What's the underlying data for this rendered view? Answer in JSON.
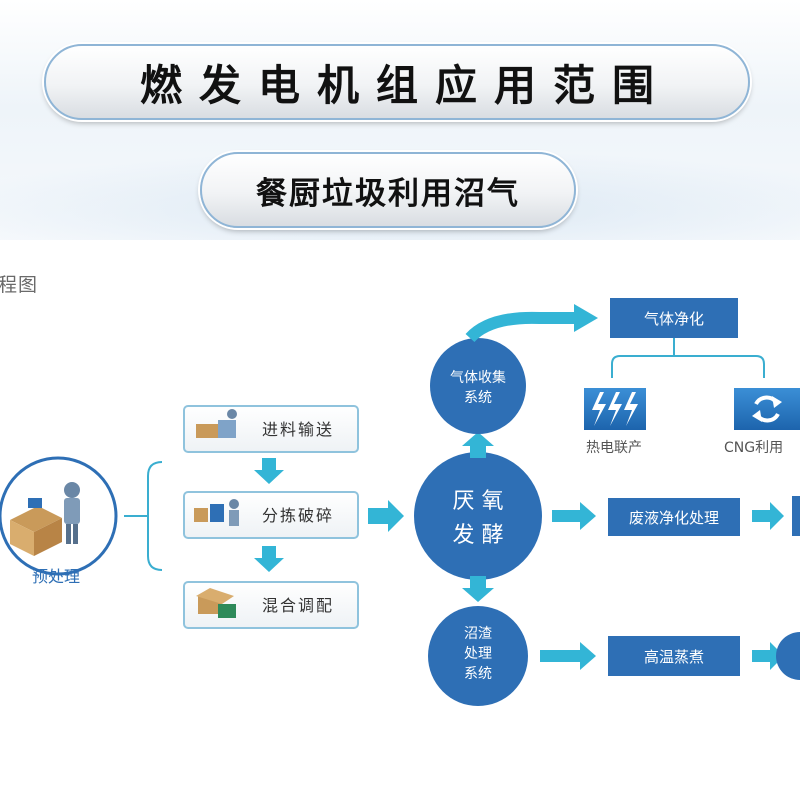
{
  "header": {
    "title": "燃发电机组应用范围",
    "subtitle": "餐厨垃圾利用沼气",
    "crop_label": "程图"
  },
  "flow": {
    "pretreatment": "预处理",
    "steps": [
      "进料输送",
      "分拣破碎",
      "混合调配"
    ],
    "digestion": [
      "厌 氧",
      "发 酵"
    ],
    "gas_collection": [
      "气体收集",
      "系统"
    ],
    "gas_purification": "气体净化",
    "chp": "热电联产",
    "cng": "CNG利用",
    "liquid_treatment": "废液净化处理",
    "residue": [
      "沼渣",
      "处理",
      "系统"
    ],
    "high_temp": "高温蒸煮"
  },
  "colors": {
    "accent": "#2ea9c9",
    "node_blue": "#2e6fb5",
    "box_border": "#8fc3dd",
    "text": "#333333"
  }
}
